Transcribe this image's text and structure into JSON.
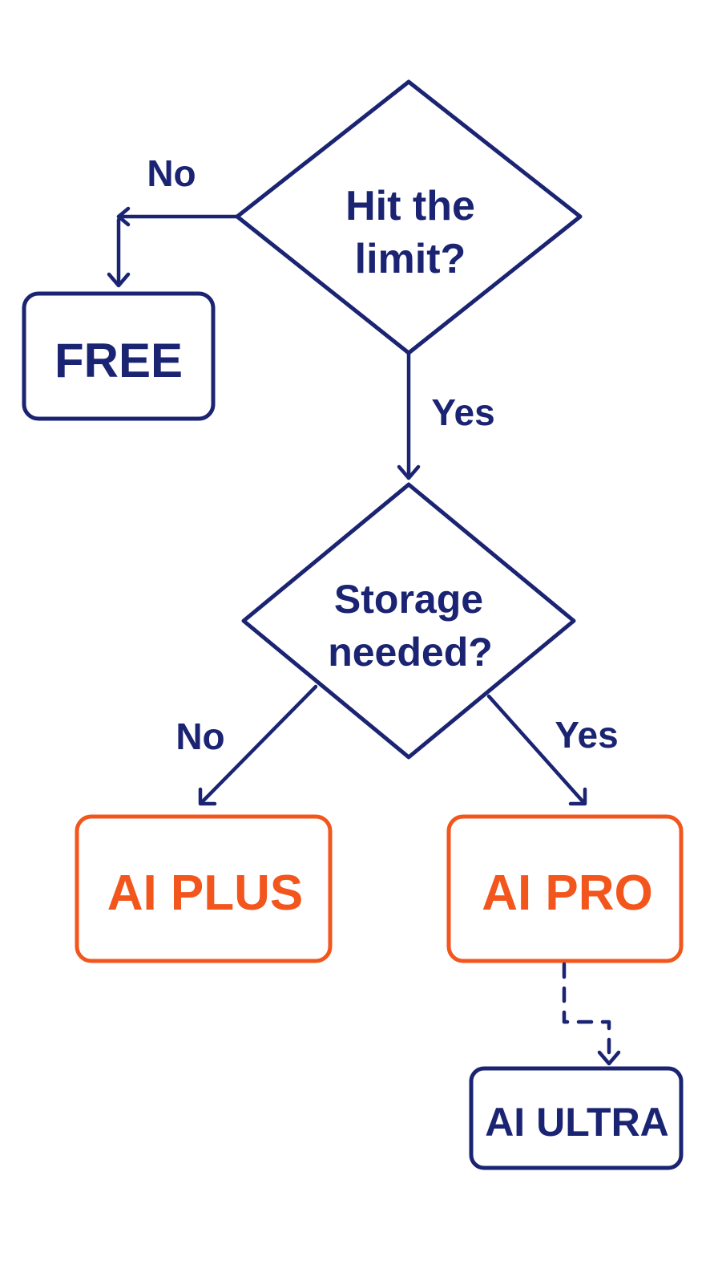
{
  "colors": {
    "primary": "#1b2472",
    "accent": "#f2561d",
    "background": "#ffffff"
  },
  "decision_1": {
    "line1": "Hit the",
    "line2": "limit?",
    "no_label": "No",
    "yes_label": "Yes"
  },
  "decision_2": {
    "line1": "Storage",
    "line2": "needed?",
    "no_label": "No",
    "yes_label": "Yes"
  },
  "outcomes": {
    "free": "FREE",
    "ai_plus": "AI PLUS",
    "ai_pro": "AI PRO",
    "ai_ultra": "AI ULTRA"
  }
}
